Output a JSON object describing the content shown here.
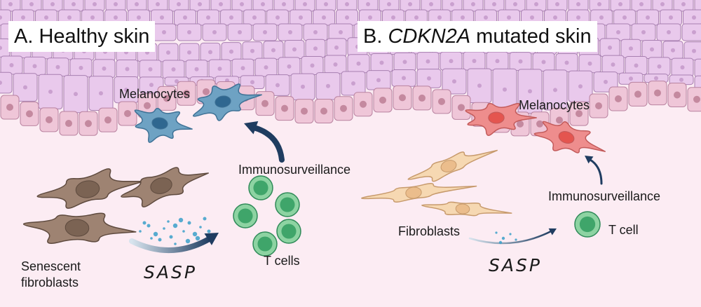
{
  "panels": {
    "a": {
      "title": "A. Healthy skin"
    },
    "b": {
      "title_prefix": "B. ",
      "title_gene": "CDKN2A",
      "title_suffix": " mutated skin"
    }
  },
  "labels": {
    "a_melanocytes": "Melanocytes",
    "a_immunosurveillance": "Immunosurveillance",
    "a_senescent_line1": "Senescent",
    "a_senescent_line2": "fibroblasts",
    "a_sasp": "SASP",
    "a_tcells": "T cells",
    "b_melanocytes": "Melanocytes",
    "b_immunosurveillance": "Immunosurveillance",
    "b_fibroblasts": "Fibroblasts",
    "b_sasp": "SASP",
    "b_tcell": "T cell"
  },
  "colors": {
    "background": "#fcecf3",
    "epidermis_cell": "#e9c9ec",
    "basal_cell": "#efc6d8",
    "melanocyte_healthy": "#6ea2c3",
    "melanocyte_mutated": "#ee8d8d",
    "senescent_fibroblast": "#9e8372",
    "fibroblast": "#f6d8b2",
    "t_cell": "#8dd3a2",
    "arrow": "#1f3c60",
    "sasp_particle": "#39a0c9"
  }
}
